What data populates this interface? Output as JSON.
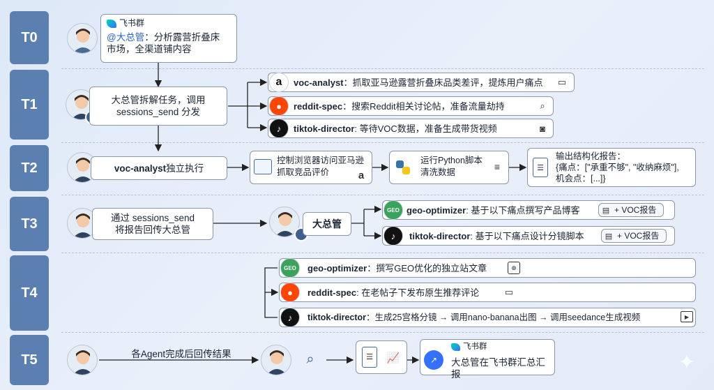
{
  "timeline": [
    "T0",
    "T1",
    "T2",
    "T3",
    "T4",
    "T5"
  ],
  "t0": {
    "app_name": "飞书群",
    "mention": "@大总管",
    "message_line1": "：分析露营折叠床",
    "message_line2": "市场，全渠道铺内容"
  },
  "t1": {
    "task_line1": "大总管拆解任务，调用",
    "task_line2": "sessions_send 分发",
    "agents": [
      {
        "name": "voc-analyst",
        "text": "：抓取亚马逊露营折叠床品类差评，提炼用户痛点",
        "logo": "amazon-logo",
        "tail": "comment-icon"
      },
      {
        "name": "reddit-spec",
        "text": "：搜索Reddit相关讨论帖，准备流量劫持",
        "logo": "reddit-logo",
        "tail": "search-icon"
      },
      {
        "name": "tiktok-director",
        "text": ": 等待VOC数据，准备生成带货视频",
        "logo": "tiktok-logo",
        "tail": "camera-icon"
      }
    ]
  },
  "t2": {
    "exec_name": "voc-analyst",
    "exec_text": " 独立执行",
    "step1_line1": "控制浏览器访问亚马逊",
    "step1_line2": "抓取竞品评价",
    "step2_line1": "运行Python脚本",
    "step2_line2": "清洗数据",
    "report_line1": "输出结构化报告：",
    "report_line2": "{痛点：[\"承重不够\", \"收纳麻烦\"],",
    "report_line3": "机会点：[...]}"
  },
  "t3": {
    "send_line1": "通过 sessions_send",
    "send_line2": "将报告回传大总管",
    "boss": "大总管",
    "tasks": [
      {
        "name": "geo-optimizer",
        "text": ": 基于以下痛点撰写产品博客",
        "tag": "+ VOC报告",
        "logo": "geo-logo"
      },
      {
        "name": "tiktok-director",
        "text": ": 基于以下痛点设计分镜脚本",
        "tag": "+ VOC报告",
        "logo": "tiktok-logo"
      }
    ]
  },
  "t4": {
    "tasks": [
      {
        "name": "geo-optimizer",
        "text": "：撰写GEO优化的独立站文章",
        "logo": "geo-logo",
        "tail": "browser-icon"
      },
      {
        "name": "reddit-spec",
        "text": ": 在老帖子下发布原生推荐评论",
        "logo": "reddit-logo",
        "tail": "comment-icon"
      },
      {
        "name": "tiktok-director",
        "text": "：生成25宫格分镜 → 调用nano-banana出图 → 调用seedance生成视频",
        "logo": "tiktok-logo",
        "tail": "video-icon"
      }
    ]
  },
  "t5": {
    "return_text": "各Agent完成后回传结果",
    "final_app": "飞书群",
    "final_text": "大总管在飞书群汇总汇报"
  },
  "colors": {
    "timeline": "#5b7fb0",
    "amazon": "#111111",
    "reddit": "#ff4500",
    "tiktok": "#111111",
    "geo": "#3aa35b",
    "feishu": "#3370ff"
  }
}
